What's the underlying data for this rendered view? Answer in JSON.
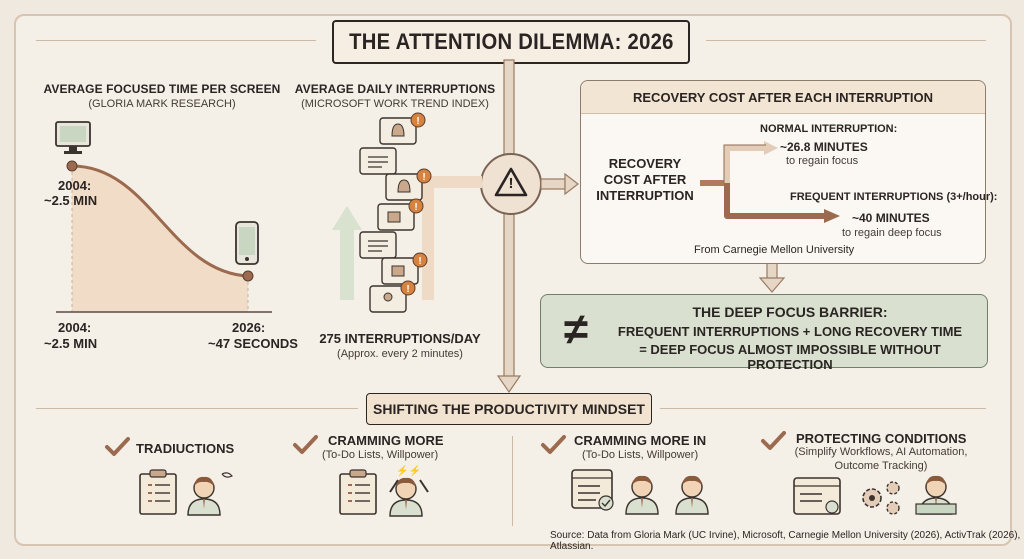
{
  "title": "THE ATTENTION DILEMMA: 2026",
  "focused_time": {
    "heading": "AVERAGE FOCUSED TIME PER SCREEN",
    "subheading": "(GLORIA MARK RESEARCH)",
    "point_start_label": "2004:",
    "point_start_value": "~2.5 MIN",
    "axis_left_year": "2004:",
    "axis_left_value": "~2.5 MIN",
    "axis_right_year": "2026:",
    "axis_right_value": "~47 SECONDS",
    "icons": [
      "desktop-monitor-icon",
      "smartphone-icon"
    ]
  },
  "interruptions": {
    "heading": "AVERAGE DAILY INTERRUPTIONS",
    "subheading": "(MICROSOFT WORK TREND INDEX)",
    "value": "275 INTERRUPTIONS/DAY",
    "note": "(Approx. every 2 minutes)",
    "badge_symbol": "!"
  },
  "warning_symbol": "!",
  "recovery": {
    "header": "RECOVERY COST AFTER EACH INTERRUPTION",
    "center_label_1": "RECOVERY",
    "center_label_2": "COST AFTER",
    "center_label_3": "INTERRUPTION",
    "normal_title": "NORMAL INTERRUPTION:",
    "normal_value": "~26.8 MINUTES",
    "normal_note": "to regain focus",
    "frequent_title": "FREQUENT INTERRUPTIONS (3+/hour):",
    "frequent_value": "~40 MINUTES",
    "frequent_note": "to regain deep focus",
    "source": "From Carnegie Mellon University"
  },
  "deep_focus": {
    "symbol": "≠",
    "line1": "THE DEEP FOCUS BARRIER:",
    "line2": "FREQUENT INTERRUPTIONS + LONG RECOVERY TIME",
    "line3": "= DEEP FOCUS ALMOST IMPOSSIBLE WITHOUT PROTECTION"
  },
  "mindset": {
    "title": "SHIFTING THE PRODUCTIVITY MINDSET",
    "items": [
      {
        "title": "TRADIUCTIONS",
        "sub": ""
      },
      {
        "title": "CRAMMING MORE",
        "sub": "(To-Do Lists, Willpower)"
      },
      {
        "title": "CRAMMING MORE IN",
        "sub": "(To-Do Lists, Willpower)"
      },
      {
        "title": "PROTECTING CONDITIONS",
        "sub1": "(Simplify Workflows, AI Automation,",
        "sub2": "Outcome Tracking)"
      }
    ],
    "overwhelm_marks": "⚡⚡"
  },
  "source": "Source: Data from Gloria Mark (UC Irvine), Microsoft, Carnegie Mellon University (2026), ActivTrak (2026), Atlassian.",
  "colors": {
    "background": "#efe9df",
    "accent_brown": "#9b6a4f",
    "curve_fill": "#f1dcc7",
    "green_panel": "#d9e0d0",
    "bubble_fill": "#f4ede2",
    "badge": "#d7823f"
  }
}
